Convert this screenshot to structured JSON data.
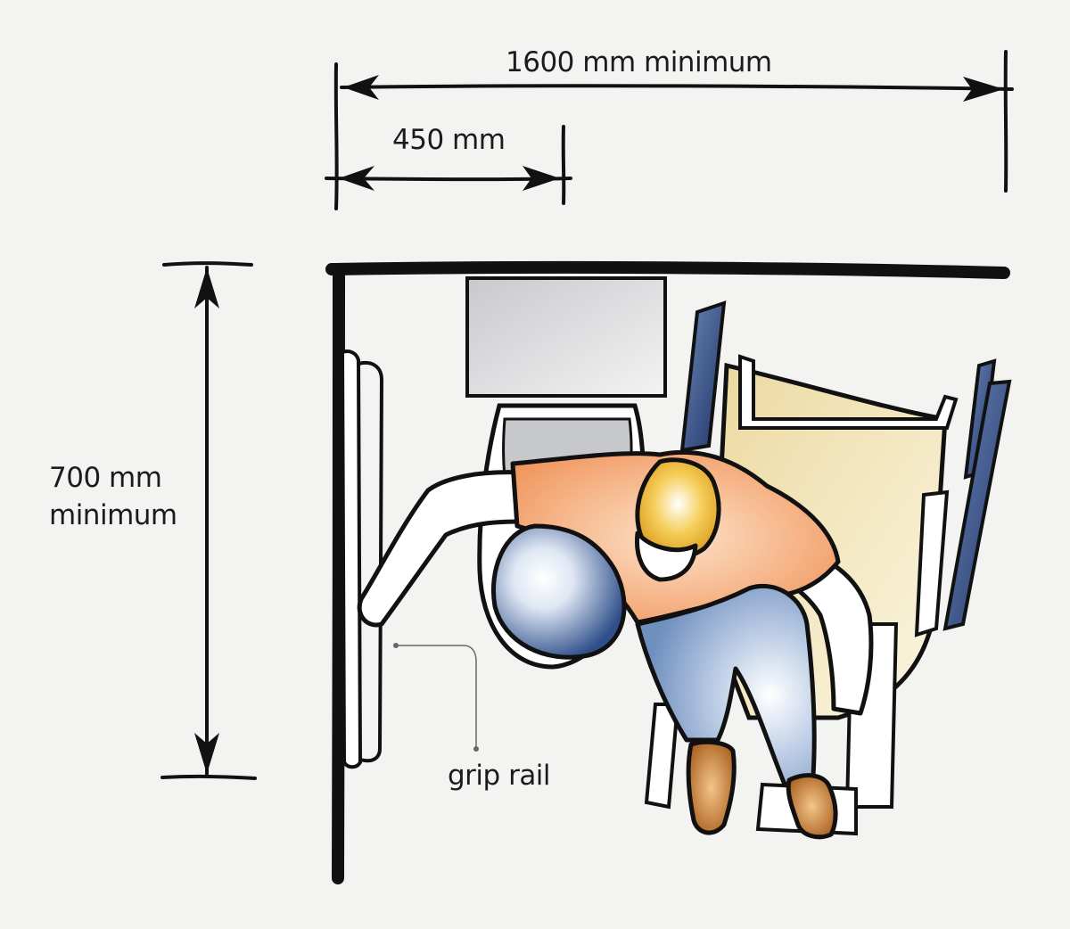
{
  "dimensions": {
    "width_label": "1600 mm minimum",
    "offset_label": "450 mm",
    "depth_label_line1": "700 mm",
    "depth_label_line2": "minimum"
  },
  "callouts": {
    "grip_rail": "grip rail"
  },
  "colors": {
    "background": "#f3f4f1",
    "ink": "#111111",
    "shirt": "#f29a63",
    "jeans": "#8fa9cf",
    "hair": "#f2c040",
    "boots": "#c07a2e",
    "wheel": "#2f4f8a",
    "seat": "#f3e6b8",
    "cistern": "#d9dadc",
    "toilet_seat": "#3c5d9a"
  }
}
